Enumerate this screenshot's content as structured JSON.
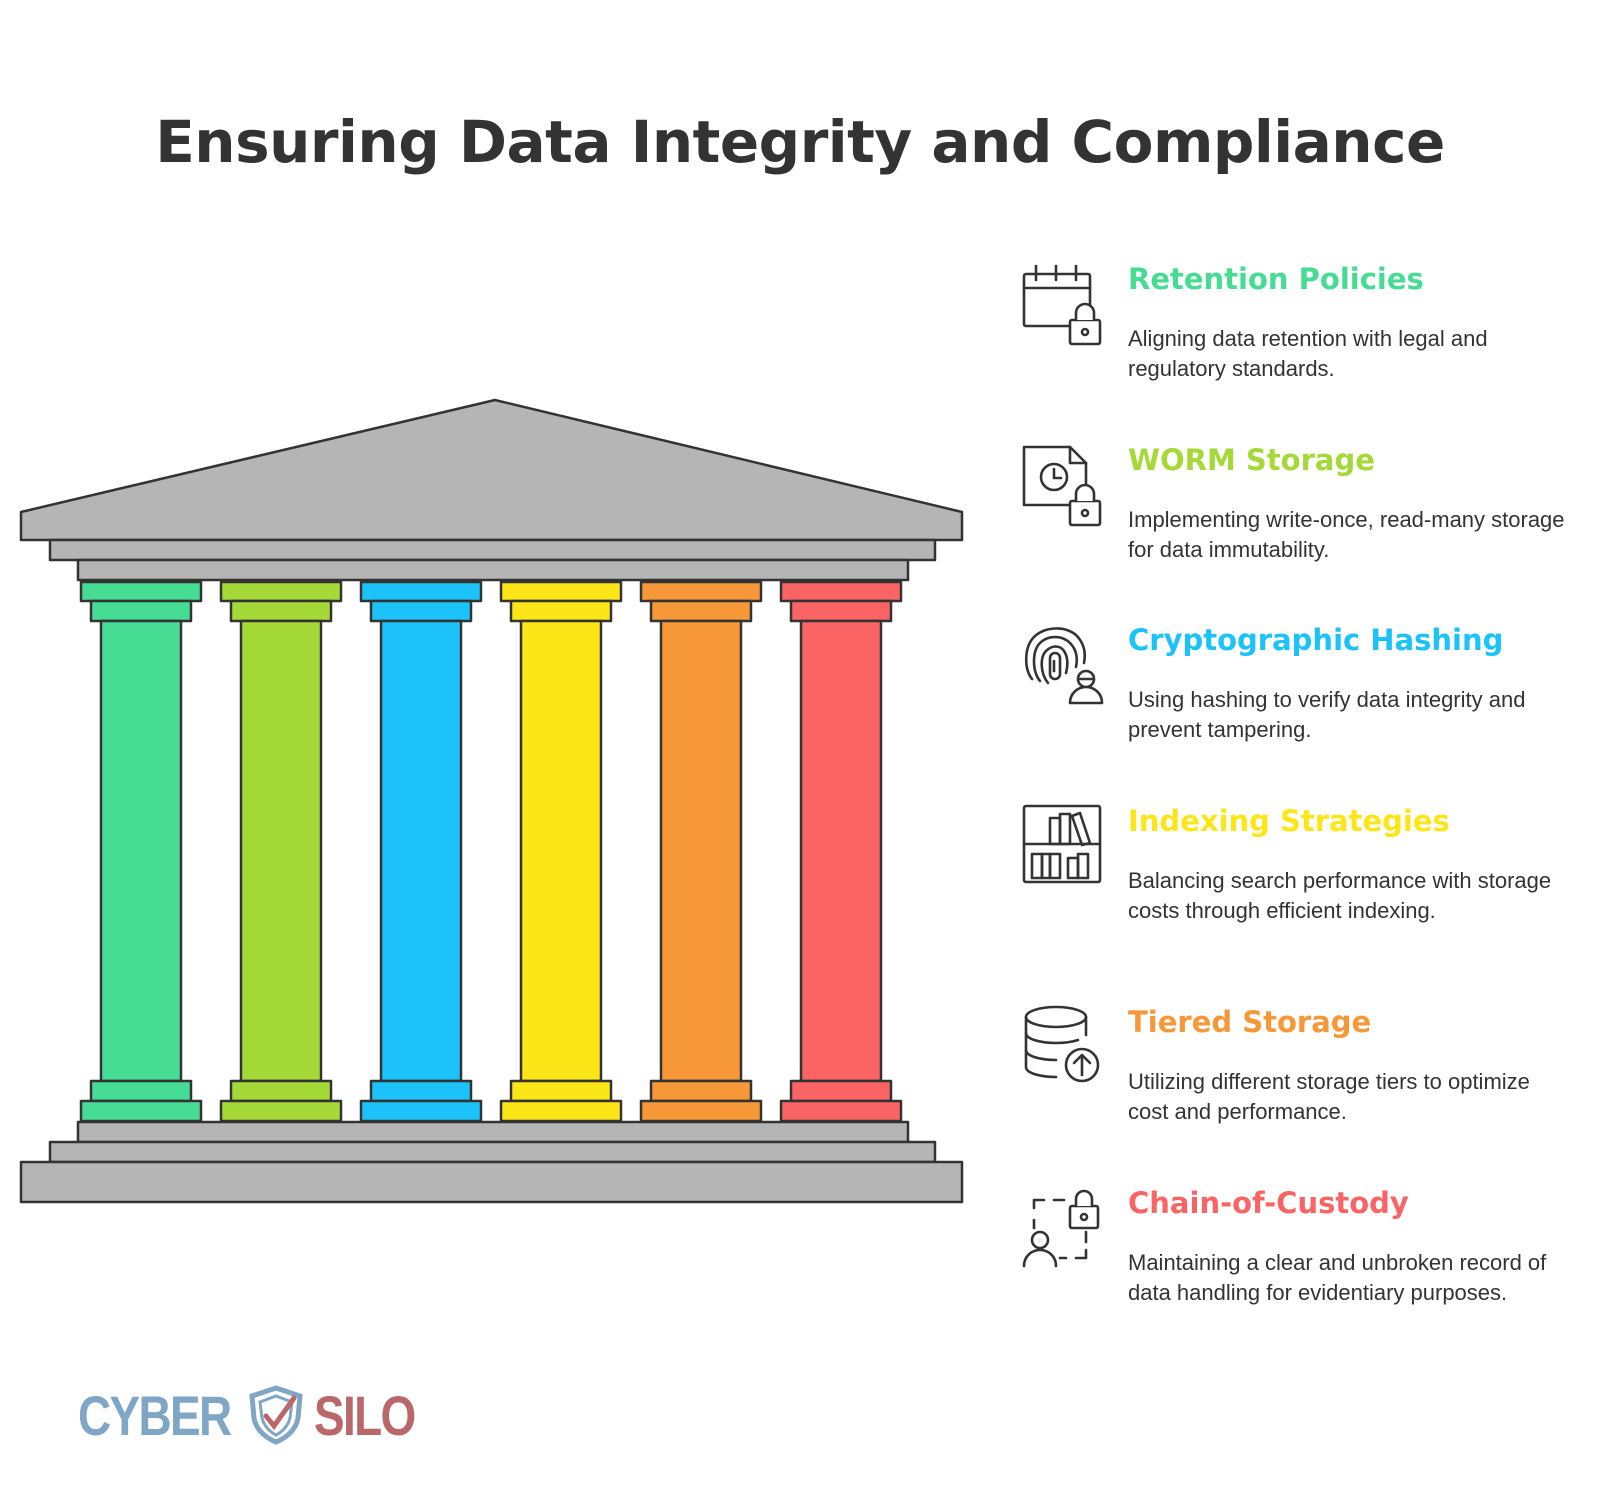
{
  "title": "Ensuring Data Integrity and Compliance",
  "pillars": [
    {
      "title": "Retention Policies",
      "description": "Aligning data retention with legal and regulatory standards.",
      "color": "#46dc94",
      "icon": "calendar-lock-icon"
    },
    {
      "title": "WORM Storage",
      "description": "Implementing write-once, read-many storage for data immutability.",
      "color": "#a4d937",
      "icon": "document-clock-lock-icon"
    },
    {
      "title": "Cryptographic Hashing",
      "description": "Using hashing to verify data integrity and prevent tampering.",
      "color": "#1cc2fa",
      "icon": "fingerprint-user-icon"
    },
    {
      "title": "Indexing Strategies",
      "description": "Balancing search performance with storage costs through efficient indexing.",
      "color": "#fde617",
      "icon": "bookshelf-icon"
    },
    {
      "title": "Tiered Storage",
      "description": "Utilizing different storage tiers to optimize cost and performance.",
      "color": "#f69838",
      "icon": "database-upload-icon"
    },
    {
      "title": "Chain-of-Custody",
      "description": "Maintaining a clear and unbroken record of data handling for evidentiary purposes.",
      "color": "#fa6464",
      "icon": "user-custody-lock-icon"
    }
  ],
  "temple": {
    "roof_color": "#b5b5b5",
    "outline_color": "#333333"
  },
  "logo": {
    "left_text": "CYBER",
    "right_text": "SILO",
    "left_color": "#7fa6c4",
    "right_color": "#b9676a"
  }
}
